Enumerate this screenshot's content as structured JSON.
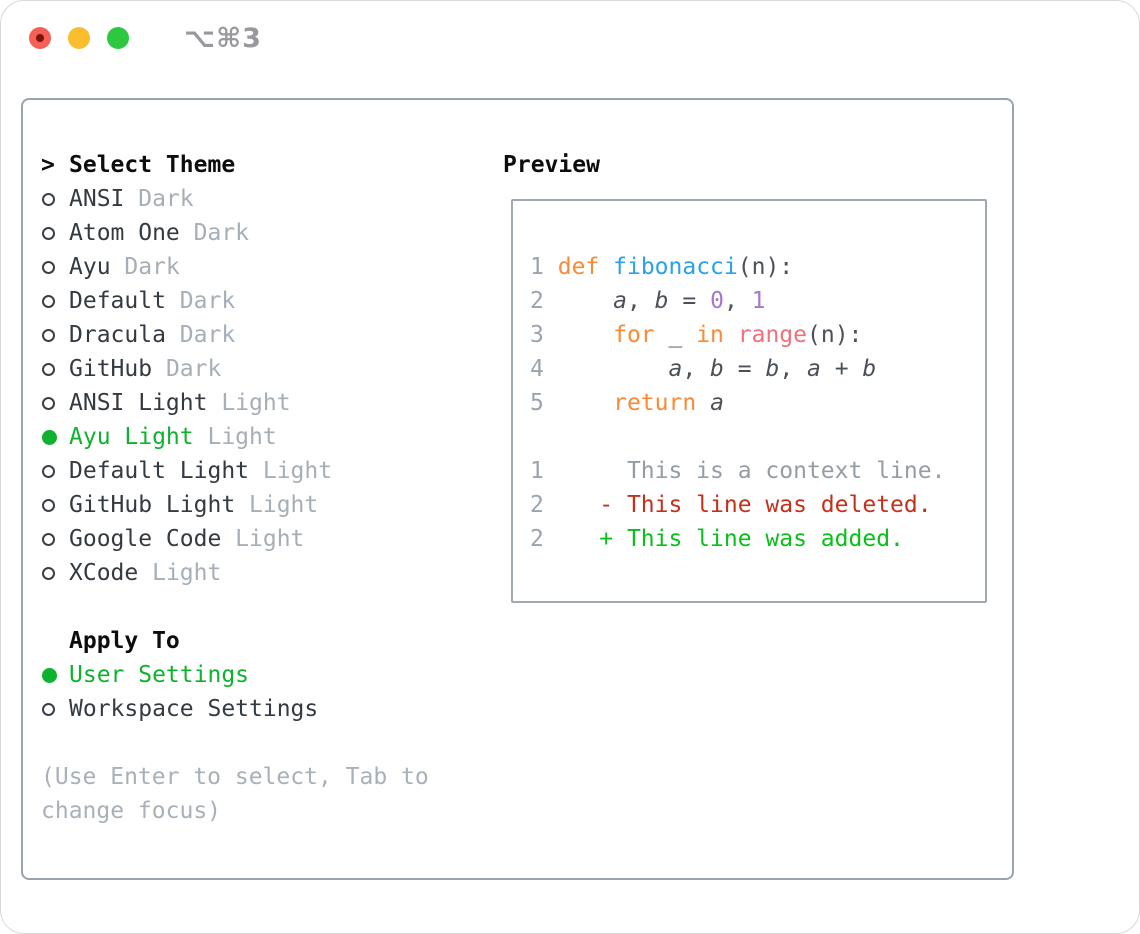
{
  "window": {
    "title": "⌥⌘3"
  },
  "theme_panel": {
    "cursor": ">",
    "heading": "Select Theme",
    "items": [
      {
        "name": "ANSI",
        "variant": "Dark",
        "selected": false
      },
      {
        "name": "Atom One",
        "variant": "Dark",
        "selected": false
      },
      {
        "name": "Ayu",
        "variant": "Dark",
        "selected": false
      },
      {
        "name": "Default",
        "variant": "Dark",
        "selected": false
      },
      {
        "name": "Dracula",
        "variant": "Dark",
        "selected": false
      },
      {
        "name": "GitHub",
        "variant": "Dark",
        "selected": false
      },
      {
        "name": "ANSI Light",
        "variant": "Light",
        "selected": false
      },
      {
        "name": "Ayu Light",
        "variant": "Light",
        "selected": true
      },
      {
        "name": "Default Light",
        "variant": "Light",
        "selected": false
      },
      {
        "name": "GitHub Light",
        "variant": "Light",
        "selected": false
      },
      {
        "name": "Google Code",
        "variant": "Light",
        "selected": false
      },
      {
        "name": "XCode",
        "variant": "Light",
        "selected": false
      }
    ],
    "apply_heading": "Apply To",
    "apply_items": [
      {
        "label": "User Settings",
        "selected": true
      },
      {
        "label": "Workspace Settings",
        "selected": false
      }
    ],
    "help": "(Use Enter to select, Tab to change focus)"
  },
  "preview": {
    "heading": "Preview",
    "lines": [
      {
        "num": "1",
        "segs": [
          " ",
          "def",
          " ",
          "fibonacci",
          "(n):"
        ]
      },
      {
        "num": "2",
        "segs": [
          "     ",
          "a",
          ", ",
          "b",
          " = ",
          "0",
          ", ",
          "1"
        ]
      },
      {
        "num": "3",
        "segs": [
          "     ",
          "for",
          " _ ",
          "in",
          " ",
          "range",
          "(n):"
        ]
      },
      {
        "num": "4",
        "segs": [
          "         ",
          "a",
          ", ",
          "b",
          " = ",
          "b",
          ", ",
          "a",
          " + ",
          "b"
        ]
      },
      {
        "num": "5",
        "segs": [
          "     ",
          "return",
          " ",
          "a"
        ]
      },
      {
        "num": "",
        "segs": [
          " "
        ]
      },
      {
        "num": "1",
        "segs": [
          "      This is a context line."
        ]
      },
      {
        "num": "2",
        "segs": [
          "    ",
          "- This line was deleted."
        ]
      },
      {
        "num": "2",
        "segs": [
          "    ",
          "+ This line was added."
        ]
      }
    ]
  },
  "colors": {
    "selection_green": "#0fb22e",
    "keyword_orange": "#fa8a35",
    "function_blue": "#2ea0e8",
    "call_coral": "#f0707b",
    "number_purple": "#a478ce",
    "diff_deleted_red": "#c5301c",
    "diff_added_green": "#09c019",
    "muted_gray": "#a6aeb8",
    "border_gray": "#9aa3ae",
    "traffic_red": "#f45f56",
    "traffic_yellow": "#f9bd2e",
    "traffic_green": "#2bc840"
  }
}
